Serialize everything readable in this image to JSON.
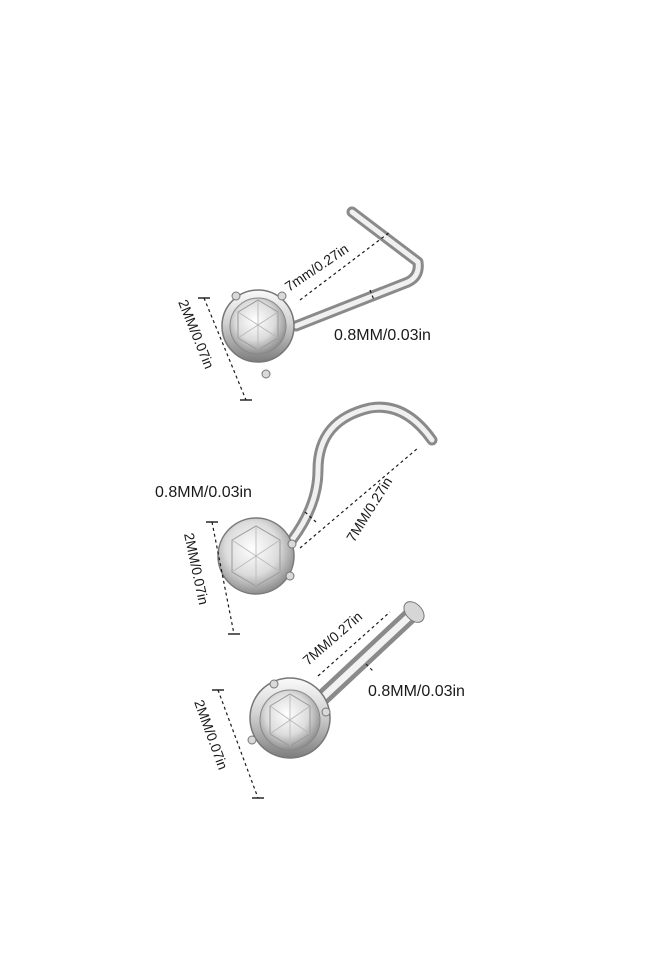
{
  "product": {
    "items": [
      {
        "name": "L-shape nose stud",
        "length_label": "7mm/0.27in",
        "gauge_label": "0.8MM/0.03in",
        "gem_label": "2MM/0.07in"
      },
      {
        "name": "screw nose stud",
        "length_label": "7MM/0.27in",
        "gauge_label": "0.8MM/0.03in",
        "gem_label": "2MM/0.07in"
      },
      {
        "name": "straight bone nose stud",
        "length_label": "7MM/0.27in",
        "gauge_label": "0.8MM/0.03in",
        "gem_label": "2MM/0.07in"
      }
    ]
  },
  "colors": {
    "background": "#ffffff",
    "metal_light": "#f2f2f2",
    "metal_mid": "#c9c9c9",
    "metal_dark": "#8a8a8a",
    "text": "#1a1a1a"
  }
}
